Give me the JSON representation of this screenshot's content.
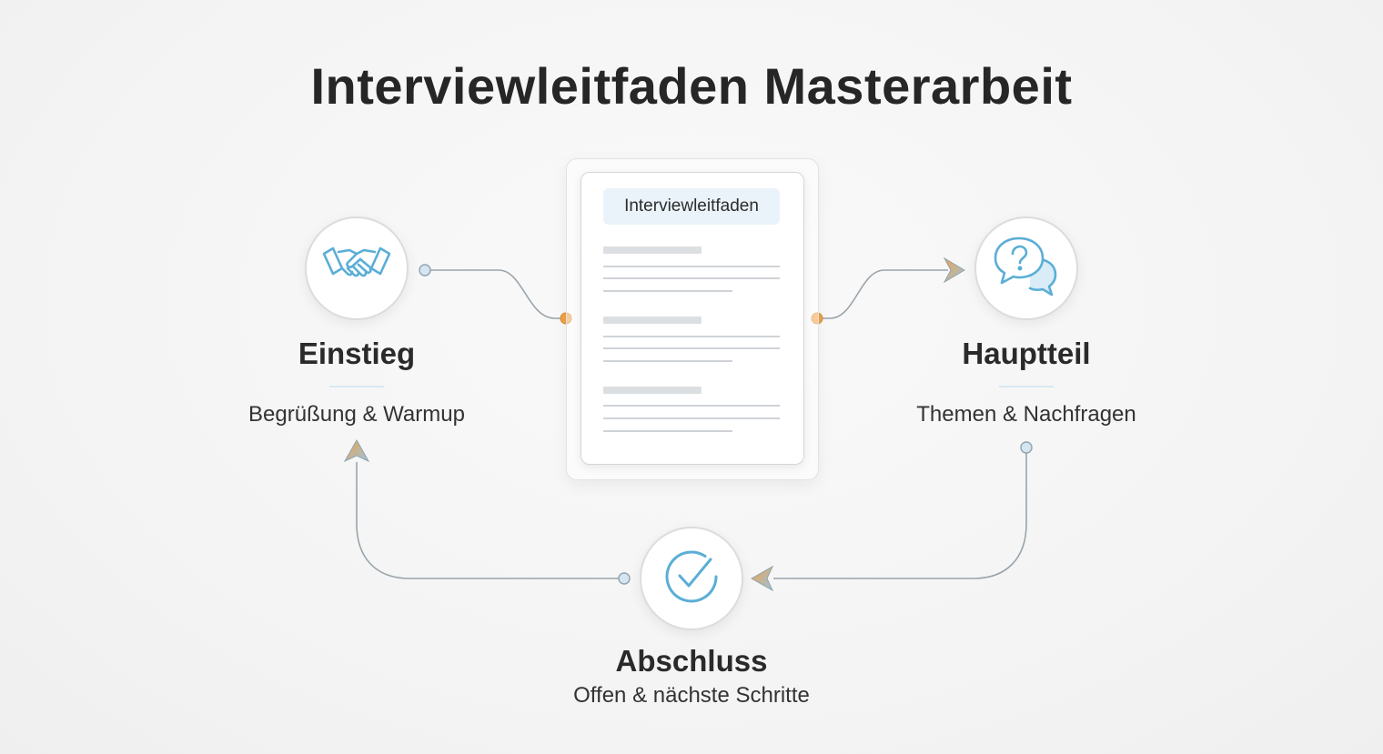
{
  "title": "Interviewleitfaden Masterarbeit",
  "document": {
    "label": "Interviewleitfaden",
    "icon": "document-icon"
  },
  "nodes": {
    "einstieg": {
      "title": "Einstieg",
      "subtitle": "Begrüßung & Warmup",
      "icon": "handshake-icon"
    },
    "hauptteil": {
      "title": "Hauptteil",
      "subtitle": "Themen & Nachfragen",
      "icon": "question-chat-icon"
    },
    "abschluss": {
      "title": "Abschluss",
      "subtitle": "Offen & nächste Schritte",
      "icon": "check-circle-icon"
    }
  },
  "colors": {
    "icon": "#5aaed6",
    "connector": "#9aa4ab",
    "dot_orange": "#f0a24a",
    "dot_blue": "#cfe1ee",
    "arrow_orange": "#f0a24a",
    "arrow_blue": "#a9c7dc"
  }
}
